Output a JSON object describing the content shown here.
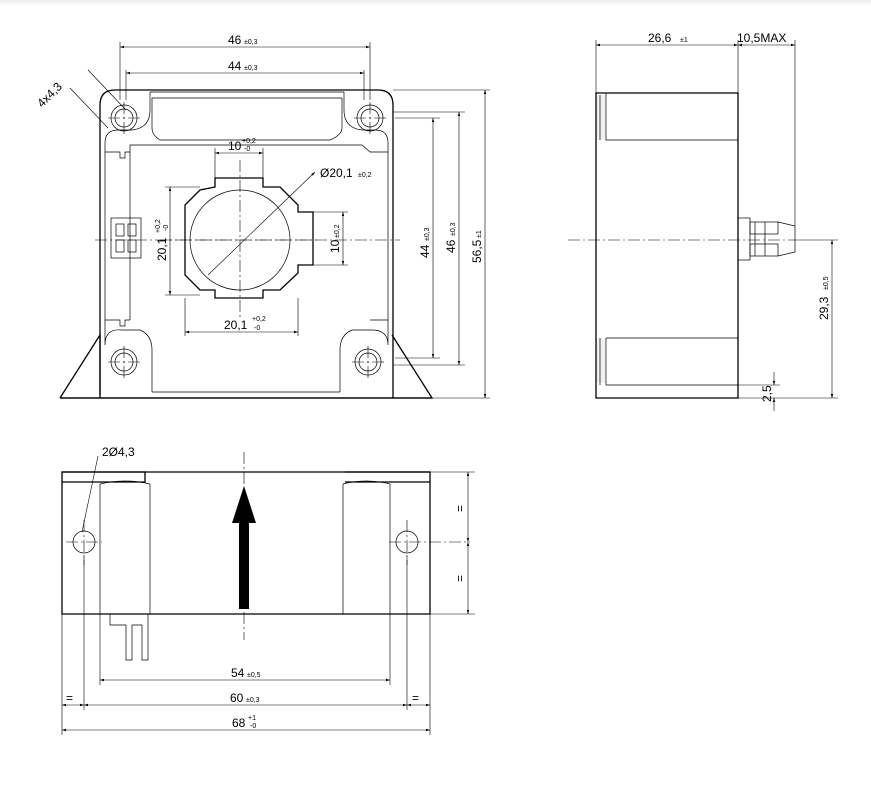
{
  "front_view": {
    "dim_overall_width": "46",
    "dim_overall_width_tol": "±0,3",
    "dim_hole_spacing": "44",
    "dim_hole_spacing_tol": "±0,3",
    "dim_mounting_holes": "4x4,3",
    "dim_slot_top": "10",
    "dim_slot_top_tol_upper": "+0,2",
    "dim_slot_top_tol_lower": "-0",
    "dim_aperture_diameter": "Ø20,1",
    "dim_aperture_diameter_tol": "±0,2",
    "dim_aperture_height": "20,1",
    "dim_aperture_height_tol_upper": "+0,2",
    "dim_aperture_height_tol_lower": "-0",
    "dim_slot_side": "10",
    "dim_slot_side_tol": "±0,2",
    "dim_aperture_width": "20,1",
    "dim_aperture_width_tol_upper": "+0,2",
    "dim_aperture_width_tol_lower": "-0",
    "dim_vert_hole_spacing": "44",
    "dim_vert_hole_spacing_tol": "±0,3",
    "dim_vert_width": "46",
    "dim_vert_width_tol": "±0,3",
    "dim_overall_height": "56,5",
    "dim_overall_height_tol": "±1"
  },
  "side_view": {
    "dim_depth": "26,6",
    "dim_depth_tol": "±1",
    "dim_pin_max": "10,5MAX",
    "dim_center_height": "29,3",
    "dim_center_height_tol": "±0,5",
    "dim_base": "2,5"
  },
  "bottom_view": {
    "dim_holes": "2Ø4,3",
    "dim_54": "54",
    "dim_54_tol": "±0,5",
    "dim_60": "60",
    "dim_60_tol": "±0,3",
    "dim_68": "68",
    "dim_68_tol_upper": "+1",
    "dim_68_tol_lower": "-0",
    "equal_mark": "="
  }
}
